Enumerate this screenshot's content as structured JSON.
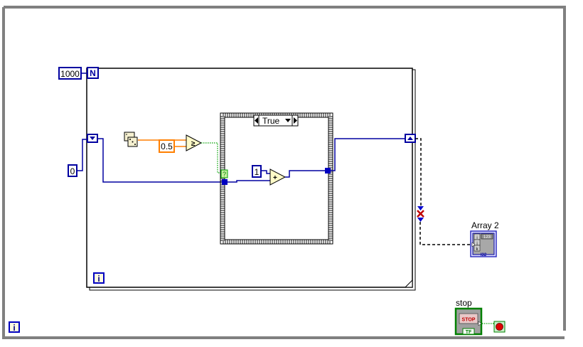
{
  "for_loop": {
    "count_terminal": "N",
    "count_constant": "1000",
    "iteration_terminal": "i",
    "shift_register_init": "0"
  },
  "random_number_icon": "dice-icon",
  "threshold_constant": "0.5",
  "compare_function": "greater-or-equal-icon",
  "case_structure": {
    "selector_value": "True",
    "selector_terminal": "?",
    "increment_constant": "1",
    "add_function": "+"
  },
  "array_indicator": {
    "label": "Array 2",
    "index_labels": [
      "i",
      "j",
      "k"
    ],
    "numeric_label": "123",
    "type_label": "I32"
  },
  "stop_control": {
    "label": "stop",
    "button_text": "STOP",
    "type_label": "TF"
  },
  "outer_iteration_terminal": "i",
  "colors": {
    "integer_wire": "#0000a0",
    "double_wire": "#ff7f00",
    "boolean_wire": "#00a000",
    "frame": "#808080"
  }
}
